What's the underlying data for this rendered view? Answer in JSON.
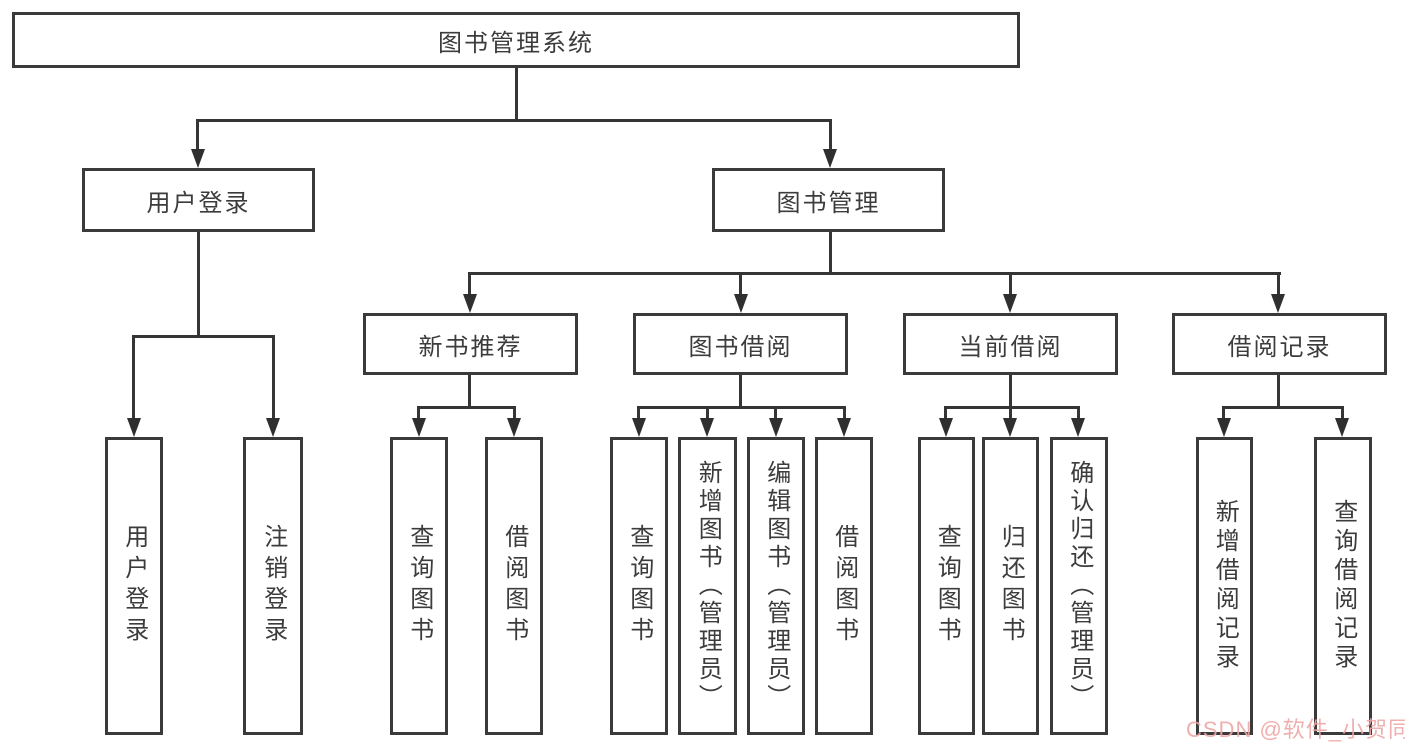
{
  "diagram": {
    "title_node": {
      "label": "图书管理系统"
    },
    "level2": {
      "user_login": {
        "label": "用户登录"
      },
      "book_mgmt": {
        "label": "图书管理"
      }
    },
    "level3": {
      "new_book_rec": {
        "label": "新书推荐"
      },
      "book_borrow": {
        "label": "图书借阅"
      },
      "current_borrow": {
        "label": "当前借阅"
      },
      "borrow_records": {
        "label": "借阅记录"
      }
    },
    "leaves": {
      "user_login": {
        "label": "用户登录"
      },
      "logout": {
        "label": "注销登录"
      },
      "query_books_1": {
        "label": "查询图书"
      },
      "borrow_books_1": {
        "label": "借阅图书"
      },
      "query_books_2": {
        "label": "查询图书"
      },
      "add_book": {
        "label": "新增图书（管理员）"
      },
      "edit_book": {
        "label": "编辑图书（管理员）"
      },
      "borrow_books_2": {
        "label": "借阅图书"
      },
      "query_books_3": {
        "label": "查询图书"
      },
      "return_book": {
        "label": "归还图书"
      },
      "confirm_return": {
        "label": "确认归还（管理员）"
      },
      "add_record": {
        "label": "新增借阅记录"
      },
      "query_record": {
        "label": "查询借阅记录"
      }
    },
    "colors": {
      "line": "#353535",
      "border": "#3a3a3a",
      "text": "#3c3c3c",
      "background": "#ffffff",
      "watermark": "#eea6a6"
    }
  },
  "watermark": {
    "text": "CSDN @软件_小贺同学"
  }
}
